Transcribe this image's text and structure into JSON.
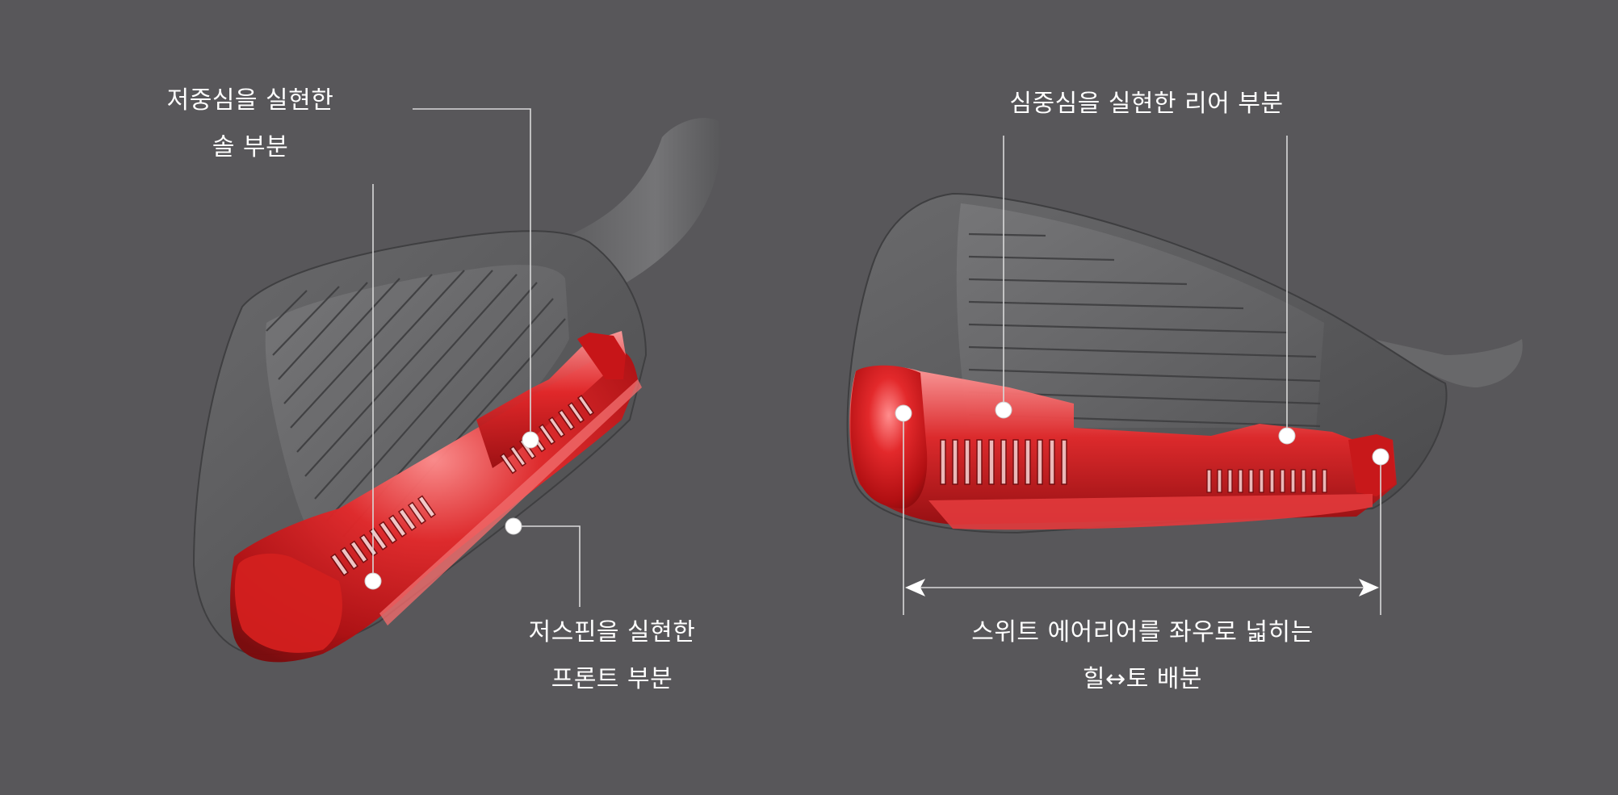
{
  "labels": {
    "sole": {
      "line1": "저중심을 실현한",
      "line2": "솔 부분"
    },
    "front": {
      "line1": "저스핀을 실현한",
      "line2": "프론트 부분"
    },
    "rear": {
      "line1": "심중심을 실현한 리어 부분"
    },
    "sweet_area": {
      "line1": "스위트 에어리어를 좌우로 넓히는",
      "line2": "힐↔토 배분"
    }
  },
  "colors": {
    "background": "#58575a",
    "accent_red": "#d8191c",
    "leader_line": "#d9d9d9",
    "text": "#ffffff"
  },
  "icons": [
    "left-arrow-head",
    "right-arrow-head"
  ]
}
